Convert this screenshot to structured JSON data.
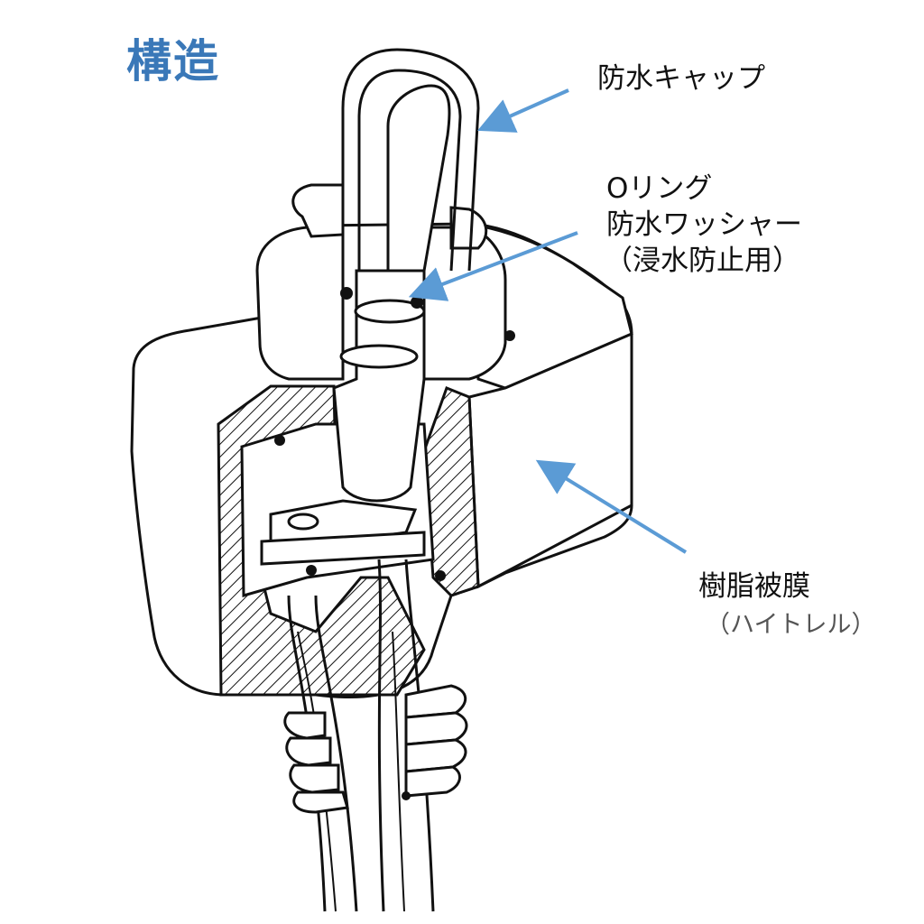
{
  "title": "構造",
  "colors": {
    "title": "#3a78b8",
    "arrow": "#5b9bd5",
    "line": "#111111"
  },
  "labels": {
    "cap": "防水キャップ",
    "oring": "Oリング",
    "washer": "防水ワッシャー",
    "washer_note": "（浸水防止用）",
    "resin": "樹脂被膜",
    "resin_note": "（ハイトレル）"
  }
}
